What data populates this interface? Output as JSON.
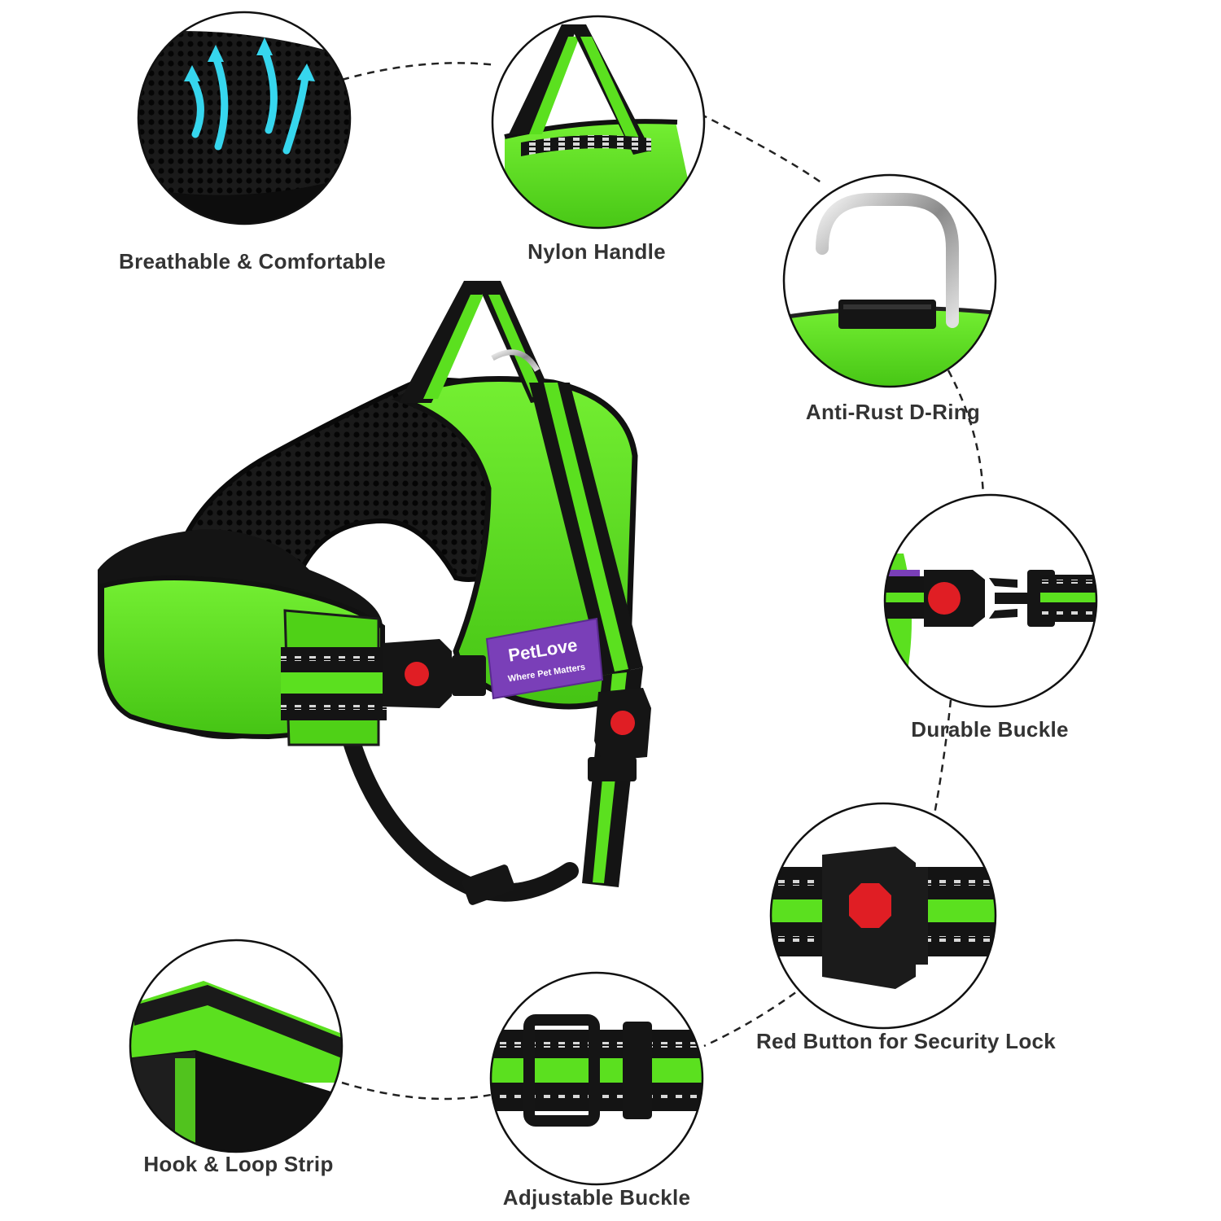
{
  "product": {
    "brand_tag_line1": "PetLove",
    "brand_tag_line2": "Where Pet Matters"
  },
  "features": [
    {
      "id": "breathable",
      "label": "Breathable & Comfortable",
      "icon": "mesh-airflow-icon"
    },
    {
      "id": "handle",
      "label": "Nylon Handle",
      "icon": "nylon-handle-icon"
    },
    {
      "id": "dring",
      "label": "Anti-Rust D-Ring",
      "icon": "d-ring-icon"
    },
    {
      "id": "buckle",
      "label": "Durable Buckle",
      "icon": "buckle-icon"
    },
    {
      "id": "lock",
      "label": "Red Button for Security Lock",
      "icon": "red-lock-button-icon"
    },
    {
      "id": "adjust",
      "label": "Adjustable Buckle",
      "icon": "adjustable-slider-icon"
    },
    {
      "id": "velcro",
      "label": "Hook & Loop Strip",
      "icon": "hook-loop-strip-icon"
    }
  ],
  "colors": {
    "harness_green": "#5BE01F",
    "harness_black": "#141414",
    "tag_purple": "#7A3FB8",
    "button_red": "#E01E24",
    "airflow_cyan": "#36D6EE",
    "label_text": "#333333"
  }
}
